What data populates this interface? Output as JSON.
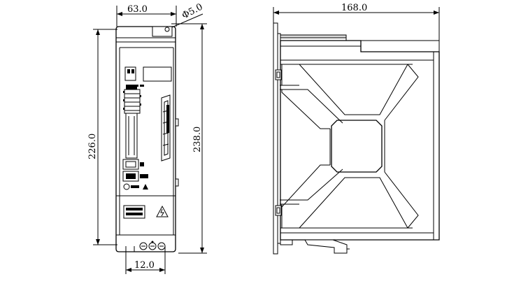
{
  "front_view": {
    "width_dim": "63.0",
    "hole_dim": "Φ5.0",
    "inner_height_dim": "226.0",
    "total_height_dim": "238.0",
    "slot_dim": "12.0"
  },
  "side_view": {
    "depth_dim": "168.0"
  }
}
